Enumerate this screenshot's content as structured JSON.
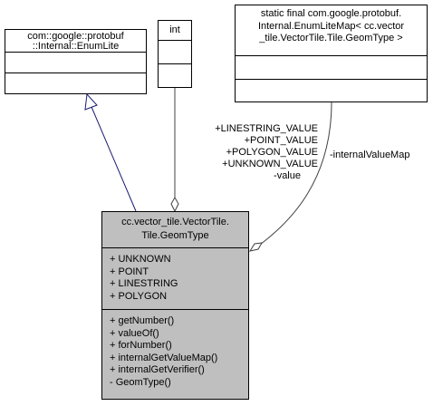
{
  "classes": {
    "enum_lite": {
      "title_lines": [
        "com::google::protobuf",
        "::Internal::EnumLite"
      ]
    },
    "int_type": {
      "title": "int"
    },
    "enum_lite_map": {
      "title_lines": [
        "static final com.google.protobuf.",
        "Internal.EnumLiteMap< cc.vector",
        "_tile.VectorTile.Tile.GeomType >"
      ]
    },
    "geom_type": {
      "title_lines": [
        "cc.vector_tile.VectorTile.",
        "Tile.GeomType"
      ],
      "attributes": [
        "+ UNKNOWN",
        "+ POINT",
        "+ LINESTRING",
        "+ POLYGON"
      ],
      "methods": [
        "+ getNumber()",
        "+ valueOf()",
        "+ forNumber()",
        "+ internalGetValueMap()",
        "+ internalGetVerifier()",
        "- GeomType()"
      ],
      "fill_color": "#bfbfbf"
    }
  },
  "edges": {
    "value_labels": [
      "+LINESTRING_VALUE",
      "+POINT_VALUE",
      "+POLYGON_VALUE",
      "+UNKNOWN_VALUE",
      "-value"
    ],
    "map_label": "-internalValueMap",
    "line_colors": {
      "inheritance": "#191970",
      "association": "#404040"
    }
  }
}
